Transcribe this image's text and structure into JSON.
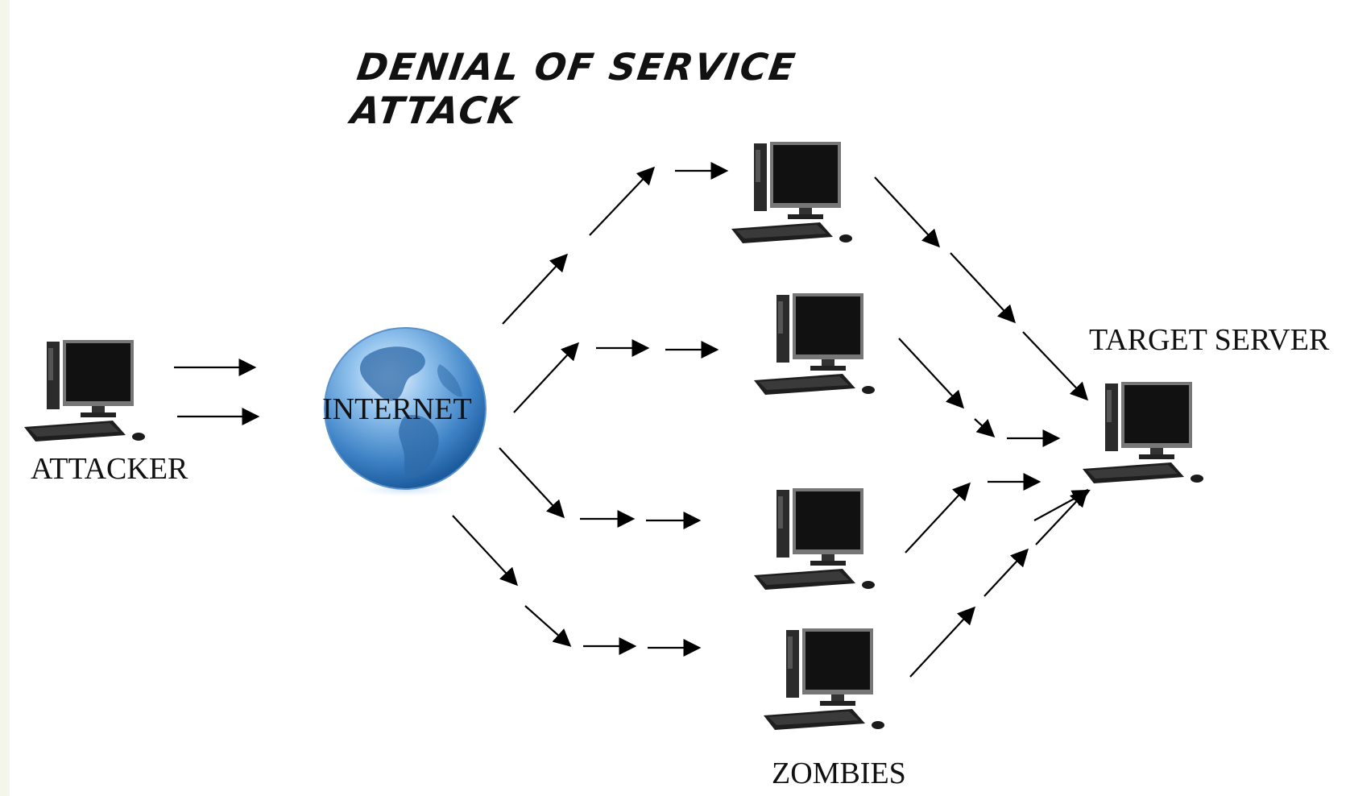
{
  "title": "DENIAL OF SERVICE ATTACK",
  "labels": {
    "attacker": "ATTACKER",
    "internet": "INTERNET",
    "target": "TARGET SERVER",
    "zombies": "ZOMBIES"
  },
  "nodes": [
    {
      "name": "attacker-computer-icon"
    },
    {
      "name": "zombie-computer-icon"
    },
    {
      "name": "zombie-computer-icon"
    },
    {
      "name": "zombie-computer-icon"
    },
    {
      "name": "zombie-computer-icon"
    },
    {
      "name": "target-server-computer-icon"
    }
  ],
  "colors": {
    "background": "#ffffff",
    "globe": "#4a8fd0",
    "arrow": "#000000"
  }
}
